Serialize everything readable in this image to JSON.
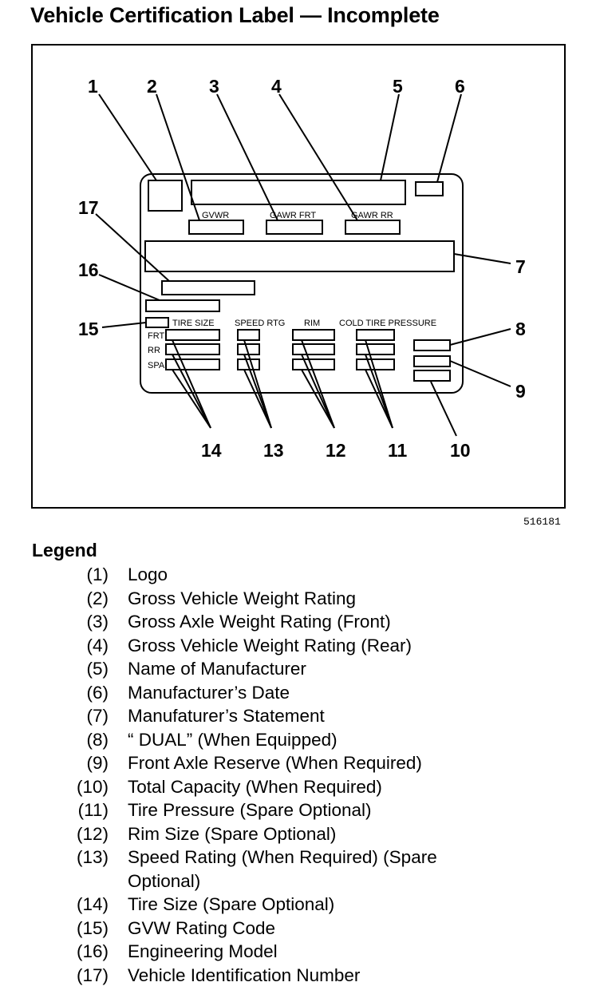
{
  "title": "Vehicle Certification Label — Incomplete",
  "figure_id": "516181",
  "diagram": {
    "field_labels": {
      "gvwr": "GVWR",
      "gawr_frt": "GAWR FRT",
      "gawr_rr": "GAWR RR",
      "tire_size": "TIRE SIZE",
      "speed_rtg": "SPEED RTG",
      "rim": "RIM",
      "cold_tire_pressure": "COLD TIRE PRESSURE",
      "frt": "FRT",
      "rr": "RR",
      "spa": "SPA"
    },
    "callouts": [
      "1",
      "2",
      "3",
      "4",
      "5",
      "6",
      "7",
      "8",
      "9",
      "10",
      "11",
      "12",
      "13",
      "14",
      "15",
      "16",
      "17"
    ]
  },
  "legend": {
    "title": "Legend",
    "items": [
      {
        "num": "(1)",
        "text": "Logo"
      },
      {
        "num": "(2)",
        "text": "Gross Vehicle Weight Rating"
      },
      {
        "num": "(3)",
        "text": "Gross Axle Weight Rating (Front)"
      },
      {
        "num": "(4)",
        "text": "Gross Vehicle Weight Rating (Rear)"
      },
      {
        "num": "(5)",
        "text": "Name of Manufacturer"
      },
      {
        "num": "(6)",
        "text": "Manufacturer’s Date"
      },
      {
        "num": "(7)",
        "text": "Manufaturer’s Statement"
      },
      {
        "num": "(8)",
        "text": "“ DUAL” (When Equipped)"
      },
      {
        "num": "(9)",
        "text": "Front Axle Reserve (When Required)"
      },
      {
        "num": "(10)",
        "text": "Total Capacity (When Required)"
      },
      {
        "num": "(11)",
        "text": "Tire Pressure (Spare Optional)"
      },
      {
        "num": "(12)",
        "text": "Rim Size (Spare Optional)"
      },
      {
        "num": "(13)",
        "text": "Speed Rating (When Required) (Spare Optional)"
      },
      {
        "num": "(14)",
        "text": "Tire Size (Spare Optional)"
      },
      {
        "num": "(15)",
        "text": "GVW Rating Code"
      },
      {
        "num": "(16)",
        "text": "Engineering Model"
      },
      {
        "num": "(17)",
        "text": "Vehicle Identification Number"
      }
    ]
  }
}
